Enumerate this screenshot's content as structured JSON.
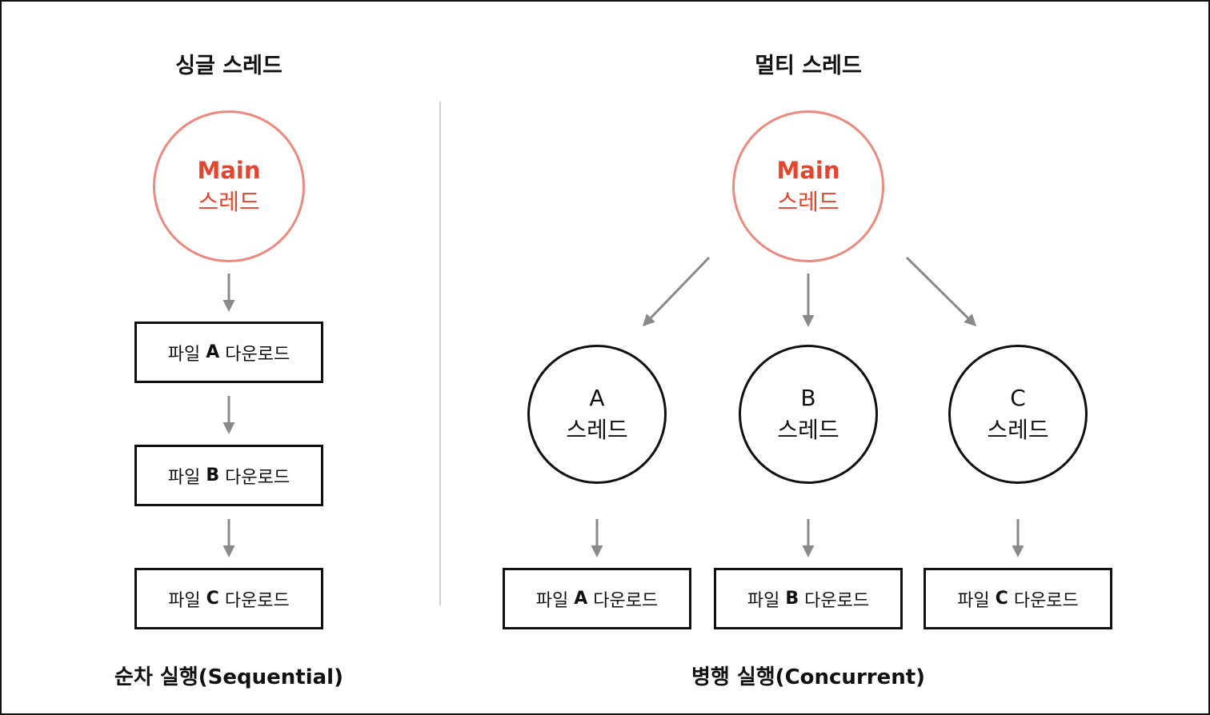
{
  "single": {
    "title": "싱글 스레드",
    "main_line1": "Main",
    "main_line2": "스레드",
    "boxes": [
      {
        "prefix": "파일",
        "letter": "A",
        "suffix": "다운로드"
      },
      {
        "prefix": "파일",
        "letter": "B",
        "suffix": "다운로드"
      },
      {
        "prefix": "파일",
        "letter": "C",
        "suffix": "다운로드"
      }
    ],
    "caption": "순차 실행(Sequential)"
  },
  "multi": {
    "title": "멀티 스레드",
    "main_line1": "Main",
    "main_line2": "스레드",
    "threads": [
      {
        "line1": "A",
        "line2": "스레드"
      },
      {
        "line1": "B",
        "line2": "스레드"
      },
      {
        "line1": "C",
        "line2": "스레드"
      }
    ],
    "boxes": [
      {
        "prefix": "파일",
        "letter": "A",
        "suffix": "다운로드"
      },
      {
        "prefix": "파일",
        "letter": "B",
        "suffix": "다운로드"
      },
      {
        "prefix": "파일",
        "letter": "C",
        "suffix": "다운로드"
      }
    ],
    "caption": "병행 실행(Concurrent)"
  },
  "colors": {
    "main_border": "#ec8a7e",
    "main_text": "#e5452f",
    "arrow": "#8a8a8a",
    "divider": "#d2d2d2",
    "outline": "#111111"
  }
}
